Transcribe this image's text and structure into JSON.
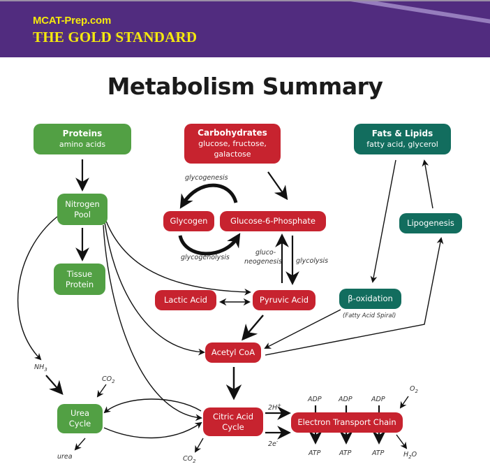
{
  "banner": {
    "site": "MCAT-Prep.com",
    "brand": "THE GOLD STANDARD"
  },
  "title": "Metabolism Summary",
  "colors": {
    "banner_bg": "#512c7f",
    "brand_text": "#f5e90e",
    "protein_green": "#52a044",
    "carb_red": "#c7232f",
    "lipid_teal": "#126d5e"
  },
  "nodes": {
    "proteins": {
      "title": "Proteins",
      "subtitle": "amino acids"
    },
    "carbohydrates": {
      "title": "Carbohydrates",
      "subtitle1": "glucose, fructose,",
      "subtitle2": "galactose"
    },
    "fats": {
      "title": "Fats & Lipids",
      "subtitle": "fatty acid, glycerol"
    },
    "nitrogen_pool": {
      "line1": "Nitrogen",
      "line2": "Pool"
    },
    "tissue_protein": {
      "line1": "Tissue",
      "line2": "Protein"
    },
    "glycogen": {
      "label": "Glycogen"
    },
    "g6p": {
      "label": "Glucose-6-Phosphate"
    },
    "lipogenesis": {
      "label": "Lipogenesis"
    },
    "lactic_acid": {
      "label": "Lactic Acid"
    },
    "pyruvic_acid": {
      "label": "Pyruvic Acid"
    },
    "beta_oxidation": {
      "label": "β-oxidation",
      "note": "(Fatty Acid Spiral)"
    },
    "acetyl_coa": {
      "label": "Acetyl CoA"
    },
    "urea_cycle": {
      "line1": "Urea",
      "line2": "Cycle"
    },
    "citric_acid_cycle": {
      "line1": "Citric Acid",
      "line2": "Cycle"
    },
    "etc": {
      "label": "Electron Transport Chain"
    }
  },
  "labels": {
    "glycogenesis": "glycogenesis",
    "glycogenolysis": "glycogenolysis",
    "gluconeogenesis1": "gluco-",
    "gluconeogenesis2": "neogenesis",
    "glycolysis": "glycolysis",
    "nh3": "NH",
    "nh3_sub": "3",
    "co2_urea": "CO",
    "co2_urea_sub": "2",
    "urea": "urea",
    "co2_tca": "CO",
    "co2_tca_sub": "2",
    "h_plus": "2H",
    "h_plus_sup": "+",
    "electrons": "2e",
    "electrons_sup": "-",
    "adp": [
      "ADP",
      "ADP",
      "ADP"
    ],
    "atp": [
      "ATP",
      "ATP",
      "ATP"
    ],
    "o2": "O",
    "o2_sub": "2",
    "h2o_h": "H",
    "h2o_sub": "2",
    "h2o_o": "O"
  }
}
